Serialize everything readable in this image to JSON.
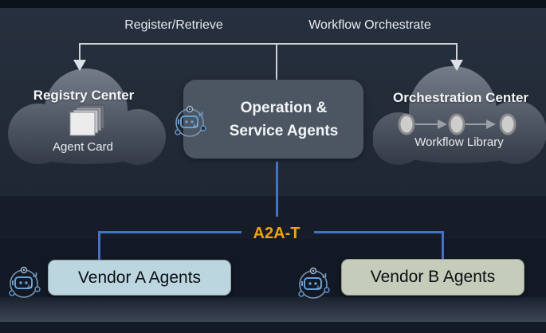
{
  "diagram": {
    "top_links": {
      "register": "Register/Retrieve",
      "orchestrate": "Workflow Orchestrate"
    },
    "registry_center": {
      "title": "Registry Center",
      "caption": "Agent Card"
    },
    "operation_box": {
      "line1": "Operation &",
      "line2": "Service Agents"
    },
    "orchestration_center": {
      "title": "Orchestration Center",
      "caption": "Workflow Library"
    },
    "protocol_label": "A2A-T",
    "vendor_a": "Vendor A Agents",
    "vendor_b": "Vendor B Agents",
    "icons": {
      "ai_robot": "ai-robot-icon",
      "agent_card_stack": "agent-card-stack-icon",
      "workflow_pipeline": "workflow-pipeline-icon",
      "arrow_down": "arrow-down-icon"
    },
    "colors": {
      "accent_blue": "#4472C4",
      "accent_gold": "#F0A30A",
      "vendor_a_fill": "#BCD6DF",
      "vendor_b_fill": "#C6CCBA",
      "panel_top": "#232B38",
      "background": "#131A25",
      "connector_light": "#CDD2D9"
    }
  }
}
